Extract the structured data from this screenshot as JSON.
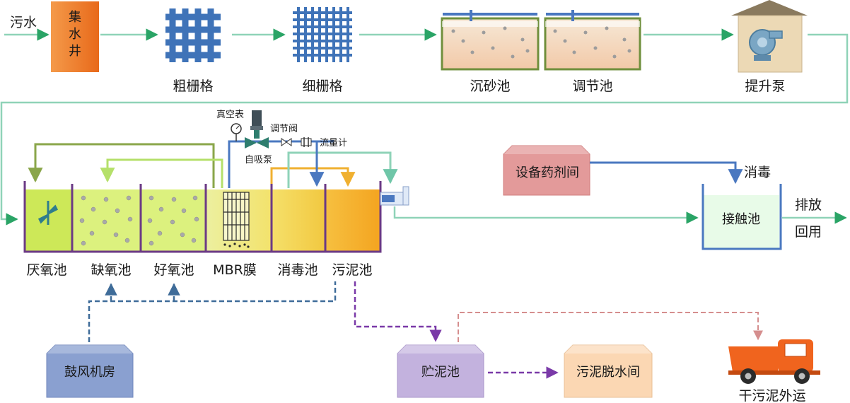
{
  "inflow": "污水",
  "collection_well": "集水井",
  "coarse_screen": "粗栅格",
  "fine_screen": "细栅格",
  "grit_tank": "沉砂池",
  "equalization_tank": "调节池",
  "lift_pump": "提升泵",
  "tanks": {
    "anaerobic": "厌氧池",
    "anoxic": "缺氧池",
    "aerobic": "好氧池",
    "mbr": "MBR膜",
    "disinfection": "消毒池",
    "sludge": "污泥池"
  },
  "vacuum_gauge": "真空表",
  "regulating_valve": "调节阀",
  "flow_meter": "流量计",
  "self_priming_pump": "自吸泵",
  "dosing_room": "设备药剂间",
  "disinfection_label": "消毒",
  "contact_tank": "接触池",
  "discharge": "排放",
  "reuse": "回用",
  "blower_room": "鼓风机房",
  "sludge_storage": "贮泥池",
  "sludge_dewatering": "污泥脱水间",
  "dry_sludge_transport": "干污泥外运",
  "colors": {
    "water_line": "#8fd3b8",
    "arrow_green": "#2aa466",
    "blue_line": "#4a78c0",
    "dosing_box": "#e39a9a",
    "contact_water": "#e8fbe8",
    "blower_box": "#8aa0d0",
    "sludge_box": "#c3b2de",
    "dewater_box": "#fbd7b3",
    "collection_well": "#f07d2a",
    "truck": "#f0641e"
  }
}
